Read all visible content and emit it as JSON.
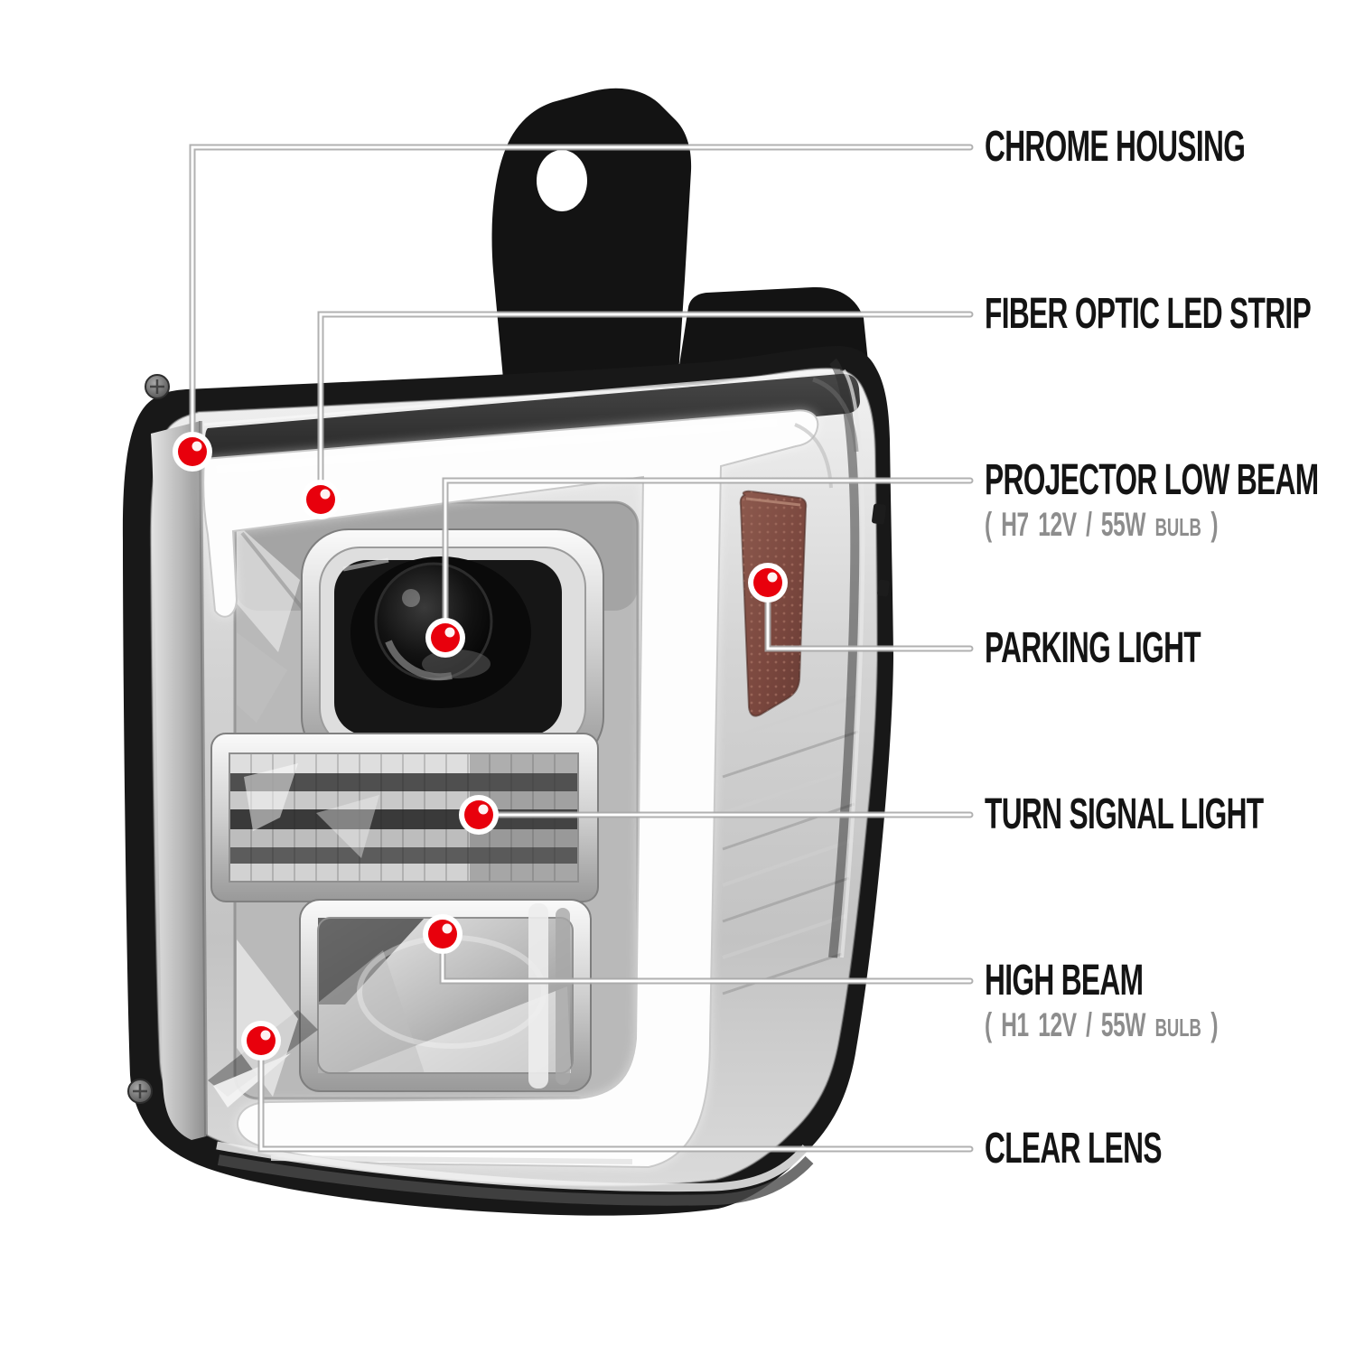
{
  "figure": {
    "kind": "product-callout-diagram",
    "subject": "chrome housing projector headlight with fiber optic LED strip, front three-quarter view with mounting bracket",
    "background": "#ffffff"
  },
  "colors": {
    "marker_red": "#e8000c",
    "leader_line_gray": "#a9a9a9",
    "leader_line_core": "#ffffff",
    "label_text": "#141414",
    "spec_text": "#8d8d8d",
    "housing_black": "#181818",
    "led_strip_white": "#fdfdfd",
    "amber_reflector": "#82574c"
  },
  "callouts": [
    {
      "id": "chrome-housing",
      "label": "CHROME HOUSING"
    },
    {
      "id": "fiber-optic-led-strip",
      "label": "FIBER OPTIC LED STRIP"
    },
    {
      "id": "projector-low-beam",
      "label": "PROJECTOR LOW BEAM",
      "spec_prefix": "( H7 12V / 55W",
      "spec_bulb": "BULB",
      "spec_suffix": ")"
    },
    {
      "id": "parking-light",
      "label": "PARKING LIGHT"
    },
    {
      "id": "turn-signal-light",
      "label": "TURN SIGNAL LIGHT"
    },
    {
      "id": "high-beam",
      "label": "HIGH BEAM",
      "spec_prefix": "( H1 12V / 55W",
      "spec_bulb": "BULB",
      "spec_suffix": ")"
    },
    {
      "id": "clear-lens",
      "label": "CLEAR LENS"
    }
  ]
}
